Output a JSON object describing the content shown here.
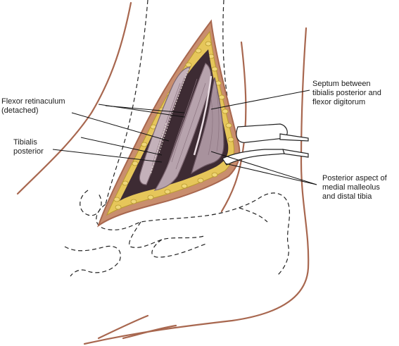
{
  "labels": {
    "flexor_retinaculum": {
      "line1": "Flexor retinaculum",
      "line2": "(detached)"
    },
    "tibialis_posterior": {
      "line1": "Tibialis",
      "line2": "posterior"
    },
    "septum": {
      "line1": "Septum between",
      "line2": "tibialis posterior and",
      "line3": "flexor digitorum"
    },
    "malleolus": {
      "line1": "Posterior aspect of",
      "line2": "medial malleolus",
      "line3": "and distal tibia"
    }
  },
  "colors": {
    "skin_outline": "#a8674f",
    "fat": "#e6c65a",
    "fat_dark": "#b89a2e",
    "tendon": "#b7a3ad",
    "tendon_shadow": "#7d6671",
    "deep": "#3d2b33",
    "leader": "#111111"
  }
}
